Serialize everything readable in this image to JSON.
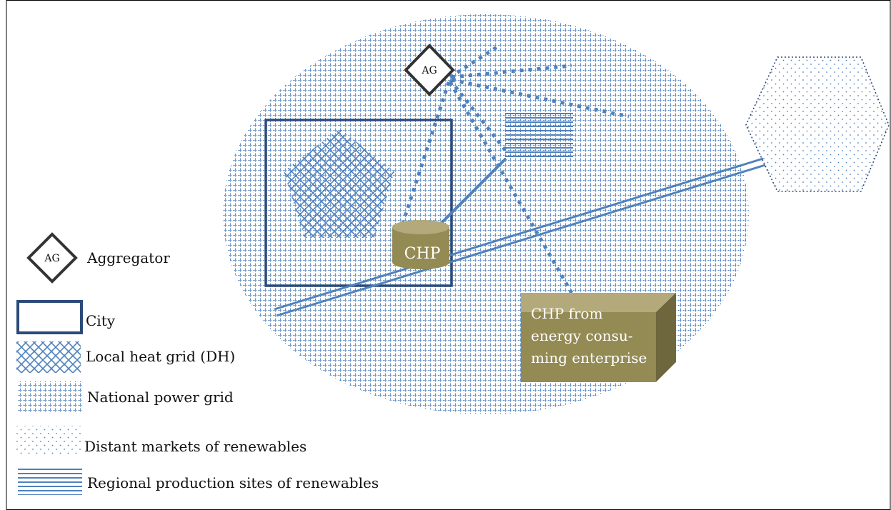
{
  "diagram": {
    "nodes": {
      "aggregator": {
        "label": "AG"
      },
      "chp_city": {
        "label": "CHP"
      },
      "chp_enterprise": {
        "lines": [
          "CHP from",
          "energy consu-",
          "ming enterprise"
        ]
      }
    },
    "legend": {
      "aggregator": {
        "icon_label": "AG",
        "label": "Aggregator"
      },
      "city": {
        "label": "City"
      },
      "local_heat_grid": {
        "label": "Local heat grid (DH)"
      },
      "national_power_grid": {
        "label": "National power grid"
      },
      "distant_markets": {
        "label": "Distant markets of renewables"
      },
      "regional_production": {
        "label": "Regional production sites of renewables"
      }
    },
    "colors": {
      "blue": "#4f81bd",
      "dark_blue": "#2b4a78",
      "dark_gray": "#333333",
      "olive": "#948a54",
      "olive_dark": "#6e663d",
      "olive_light": "#b3a97a"
    }
  }
}
